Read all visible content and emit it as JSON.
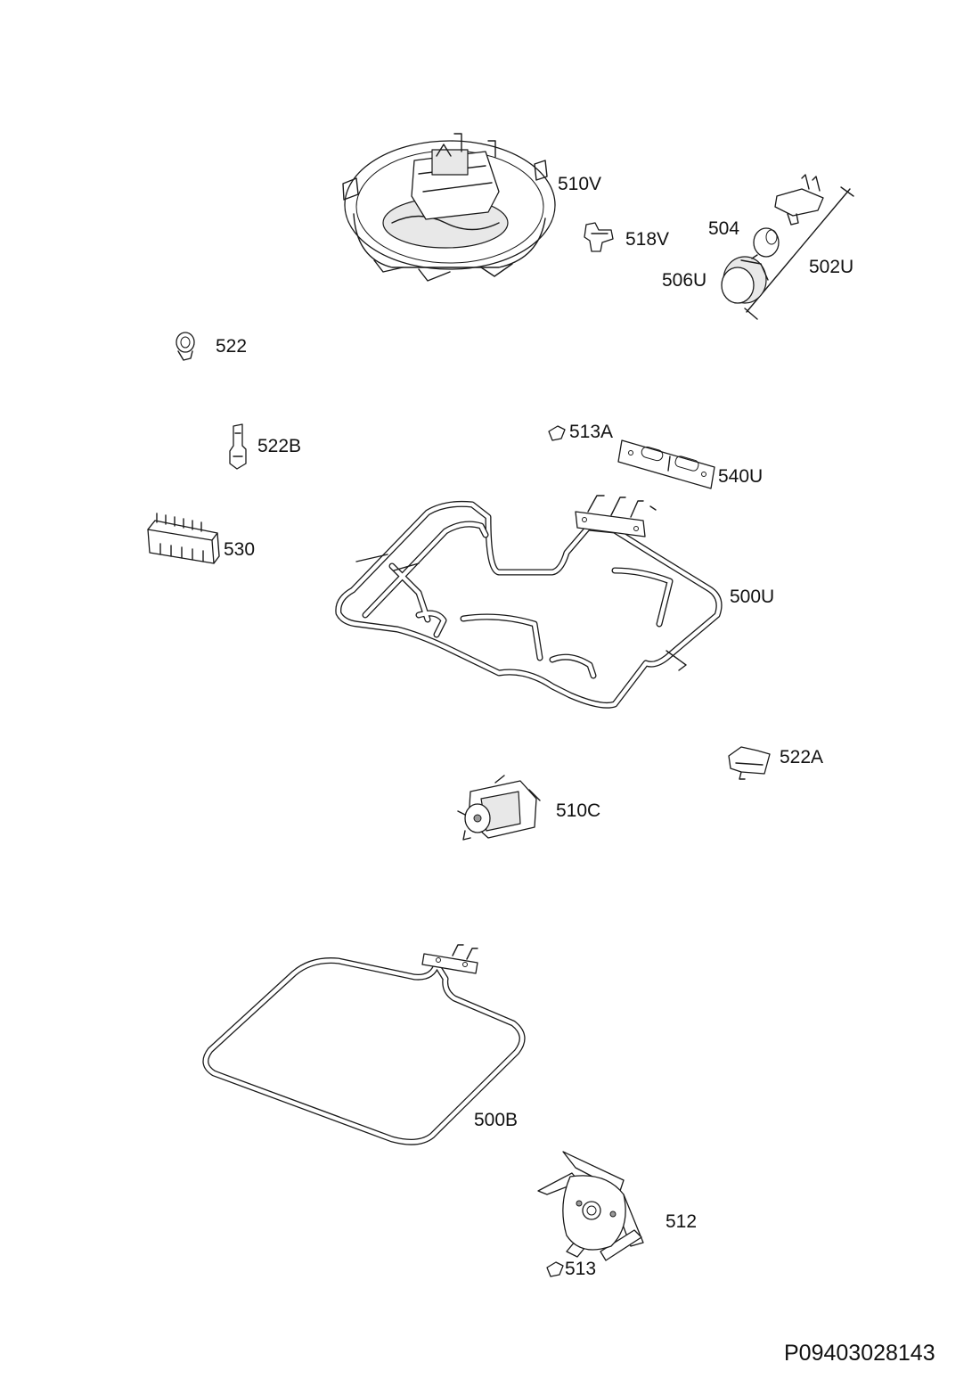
{
  "diagram": {
    "drawing_code": "P09403028143",
    "labels": {
      "p510V": "510V",
      "p518V": "518V",
      "p504": "504",
      "p506U": "506U",
      "p502U": "502U",
      "p522": "522",
      "p522B": "522B",
      "p513A": "513A",
      "p540U": "540U",
      "p530": "530",
      "p500U": "500U",
      "p522A": "522A",
      "p510C": "510C",
      "p500B": "500B",
      "p512": "512",
      "p513": "513"
    }
  }
}
